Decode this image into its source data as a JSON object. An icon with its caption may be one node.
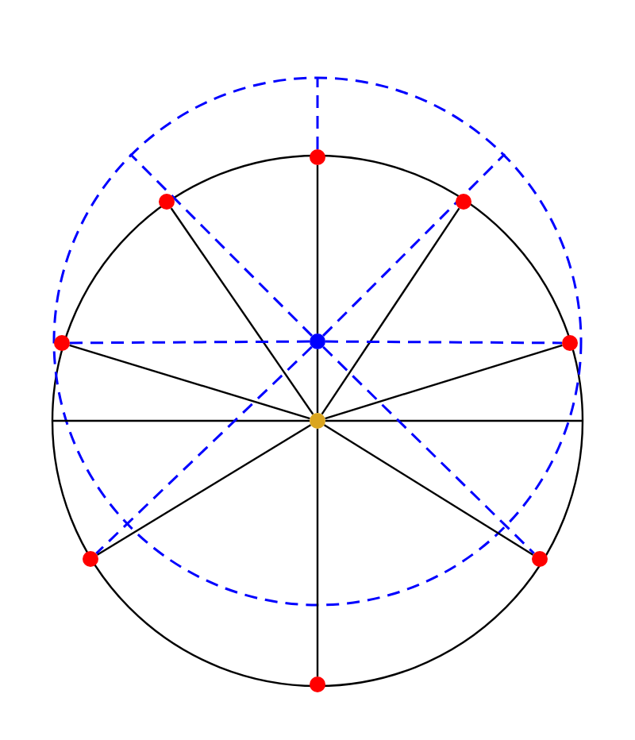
{
  "diagram": {
    "nodes": [
      {
        "text": [],
        "shape": "circle"
      },
      {
        "text": [],
        "shape": "circle"
      },
      {
        "text": [],
        "shape": "circle"
      },
      {
        "text": [],
        "shape": "circle"
      },
      {
        "text": [],
        "shape": "circle"
      },
      {
        "text": [],
        "shape": "circle"
      },
      {
        "text": [],
        "shape": "circle"
      },
      {
        "text": [],
        "shape": "circle"
      },
      {
        "text": [],
        "shape": "circle"
      },
      {
        "text": [],
        "shape": "circle"
      }
    ],
    "edges": [
      {
        "from": 0,
        "to": 1,
        "arrow": "none"
      },
      {
        "from": 1,
        "to": 2,
        "arrow": "none"
      },
      {
        "from": 0,
        "to": 3,
        "arrow": "none"
      },
      {
        "from": 0,
        "to": 4,
        "arrow": "none"
      },
      {
        "from": 0,
        "to": 5,
        "arrow": "none"
      },
      {
        "from": 0,
        "to": 6,
        "arrow": "none"
      },
      {
        "from": 0,
        "to": 7,
        "arrow": "none"
      },
      {
        "from": 0,
        "to": 8,
        "arrow": "none"
      },
      {
        "from": 0,
        "to": 9,
        "arrow": "none"
      },
      {
        "from": null,
        "to": 0,
        "arrow": "none"
      },
      {
        "from": 0,
        "to": null,
        "arrow": "none"
      },
      {
        "from": 5,
        "to": 1,
        "arrow": "none",
        "style": "dashed",
        "color": "#0000ff"
      },
      {
        "from": 1,
        "to": 6,
        "arrow": "none",
        "style": "dashed",
        "color": "#0000ff"
      },
      {
        "from": 1,
        "to": 7,
        "arrow": "none",
        "style": "dashed",
        "color": "#0000ff"
      },
      {
        "from": 1,
        "to": 8,
        "arrow": "none",
        "style": "dashed",
        "color": "#0000ff"
      },
      {
        "from": 1,
        "to": null,
        "arrow": "none",
        "style": "dashed",
        "color": "#0000ff"
      },
      {
        "from": 1,
        "to": null,
        "arrow": "none",
        "style": "dashed",
        "color": "#0000ff"
      },
      {
        "from": 2,
        "to": null,
        "arrow": "none",
        "style": "dashed",
        "color": "#0000ff"
      }
    ]
  }
}
